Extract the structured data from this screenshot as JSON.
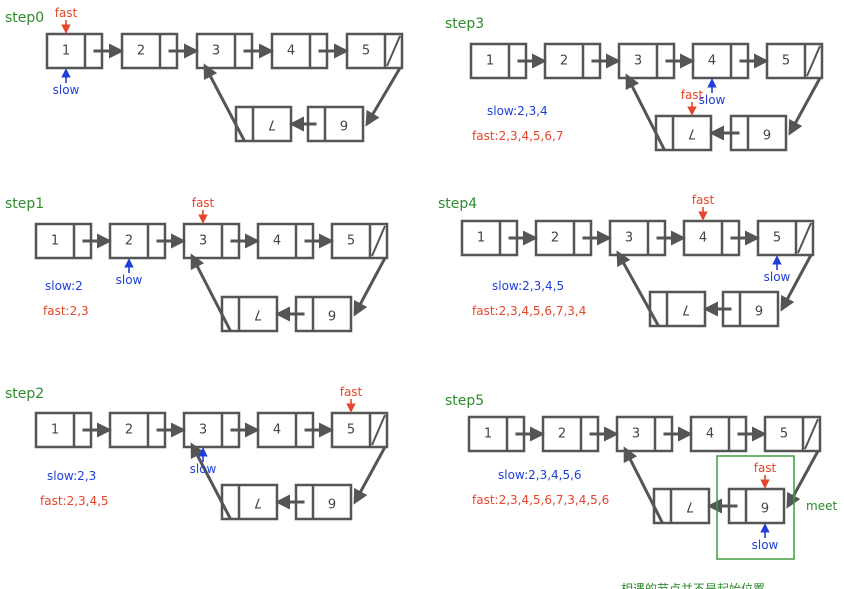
{
  "colors": {
    "node_stroke": "#555555",
    "text": "#444444",
    "step_title": "#2e8b2e",
    "slow": "#1f3fd8",
    "fast": "#e5452a",
    "meet": "#2e8b2e",
    "meet_box": "#3f9b3f"
  },
  "labels": {
    "fast": "fast",
    "slow": "slow",
    "meet": "meet",
    "note": "相遇的节点并不是起始位置"
  },
  "steps": [
    {
      "title": "step0",
      "nodes": [
        "1",
        "2",
        "3",
        "4",
        "5",
        "6",
        "7"
      ],
      "fast_at": 1,
      "slow_at": 1,
      "slow_text": "",
      "fast_text": ""
    },
    {
      "title": "step1",
      "nodes": [
        "1",
        "2",
        "3",
        "4",
        "5",
        "6",
        "7"
      ],
      "fast_at": 3,
      "slow_at": 2,
      "slow_text": "slow:2",
      "fast_text": "fast:2,3"
    },
    {
      "title": "step2",
      "nodes": [
        "1",
        "2",
        "3",
        "4",
        "5",
        "6",
        "7"
      ],
      "fast_at": 5,
      "slow_at": 3,
      "slow_text": "slow:2,3",
      "fast_text": "fast:2,3,4,5"
    },
    {
      "title": "step3",
      "nodes": [
        "1",
        "2",
        "3",
        "4",
        "5",
        "6",
        "7"
      ],
      "fast_at": 7,
      "slow_at": 4,
      "slow_text": "slow:2,3,4",
      "fast_text": "fast:2,3,4,5,6,7"
    },
    {
      "title": "step4",
      "nodes": [
        "1",
        "2",
        "3",
        "4",
        "5",
        "6",
        "7"
      ],
      "fast_at": 4,
      "slow_at": 5,
      "slow_text": "slow:2,3,4,5",
      "fast_text": "fast:2,3,4,5,6,7,3,4"
    },
    {
      "title": "step5",
      "nodes": [
        "1",
        "2",
        "3",
        "4",
        "5",
        "6",
        "7"
      ],
      "fast_at": 6,
      "slow_at": 6,
      "slow_text": "slow:2,3,4,5,6",
      "fast_text": "fast:2,3,4,5,6,7,3,4,5,6",
      "meet": true
    }
  ]
}
